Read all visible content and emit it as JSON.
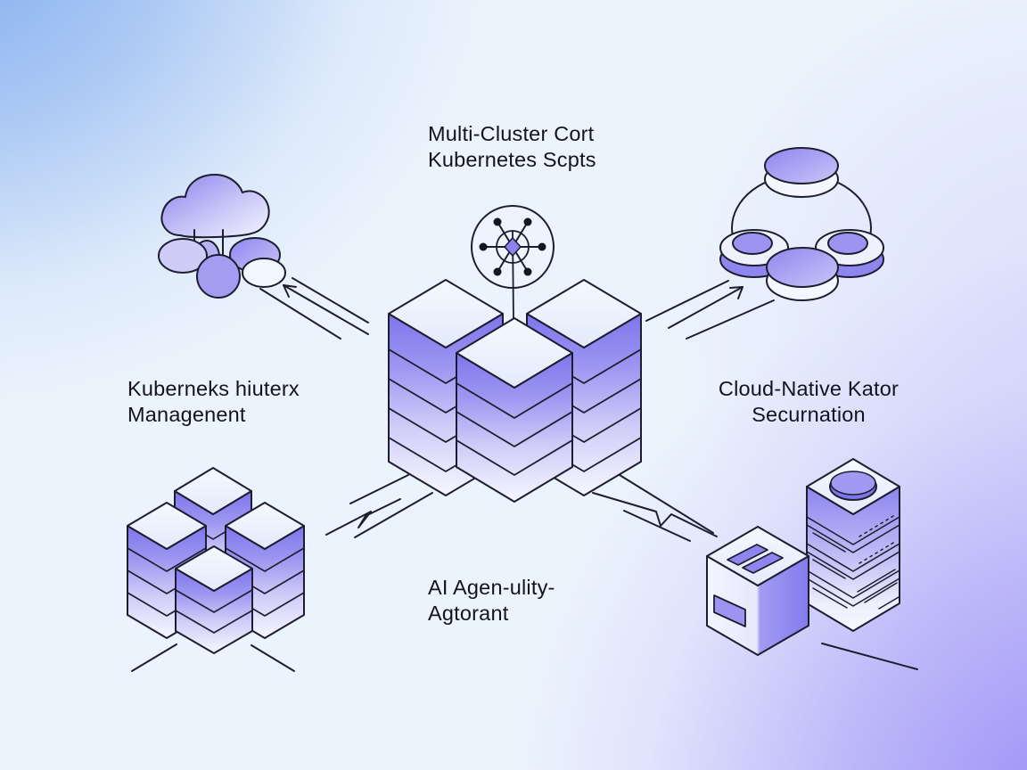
{
  "labels": {
    "top": {
      "line1": "Multi-Cluster Cort",
      "line2": "Kubernetes Scpts"
    },
    "left": {
      "line1": "Kuberneks hiuterx",
      "line2": "Managenent"
    },
    "right": {
      "line1": "Cloud-Native Kator",
      "line2": "Securnation"
    },
    "bottom": {
      "line1": "AI Agen-ulity-",
      "line2": "Agtorant"
    }
  },
  "icons": {
    "center_badge": "kubernetes-helm-wheel-icon",
    "top_left": "cloud-cluster-icon",
    "top_right": "node-discs-icon",
    "center": "server-stack-towers",
    "bottom_left": "cube-cluster-stacks",
    "bottom_right": "storage-box-and-server-tower"
  },
  "colors": {
    "outline": "#1d1d30",
    "accent_purple": "#837bed",
    "accent_purple_light": "#c9c6f7",
    "background_blue": "#86b6f0",
    "background_purple": "#a59bf7",
    "text": "#13131f"
  }
}
